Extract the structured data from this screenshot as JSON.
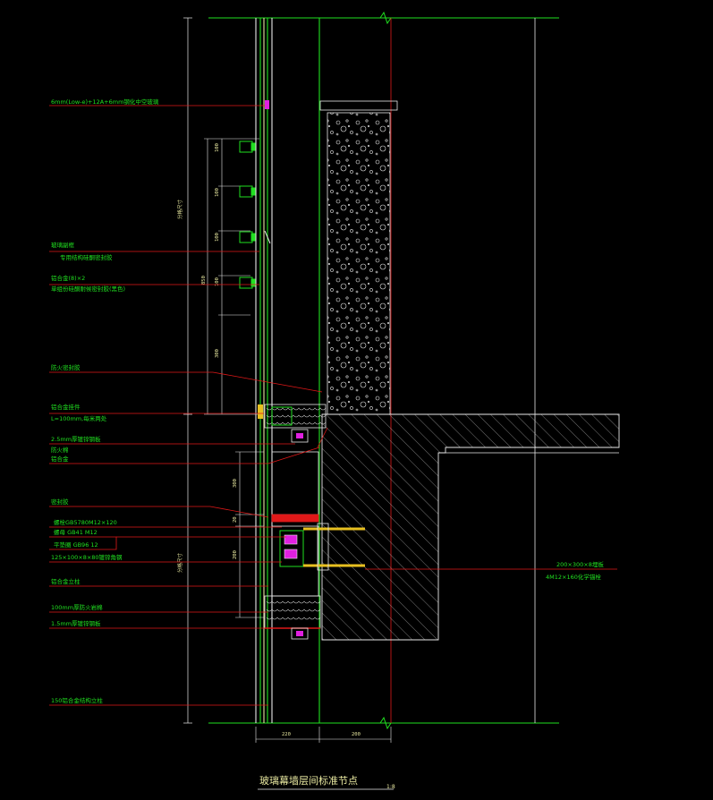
{
  "title": "玻璃幕墙层间标准节点",
  "scale": "1:8",
  "colors": {
    "background": "#000000",
    "green": "#20e020",
    "red": "#e01818",
    "white": "#e8e8e8",
    "yellow": "#e8e8a0",
    "magenta": "#e020e0"
  },
  "left_labels": [
    "6mm(Low-e)+12A+6mm钢化中空玻璃",
    "玻璃副框",
    "专用结构硅酮密封胶",
    "铝合金(8)×2",
    "单组份硅酮耐候密封胶(黑色)",
    "防火密封胶",
    "铝合金挂件",
    "L=100mm,每米两处",
    "2.5mm厚镀锌钢板",
    "防火棉",
    "铝合金",
    "密封胶",
    "螺栓GB5780M12×120",
    "螺母 GB41 M12",
    "平垫圈 GB96 12",
    "125×100×8×80镀锌角钢",
    "铝合金立柱",
    "100mm厚防火岩棉",
    "1.5mm厚镀锌钢板",
    "150铝合金结构立柱"
  ],
  "right_labels": [
    "200×300×8埋板",
    "4M12×160化学锚栓"
  ],
  "dimensions": {
    "vertical_left": [
      "分格尺寸",
      "分格尺寸"
    ],
    "vertical_inner": [
      "100",
      "100",
      "100",
      "100",
      "850",
      "300"
    ],
    "vertical_lower": [
      "300",
      "20",
      "200"
    ],
    "bottom": [
      "220",
      "200"
    ]
  }
}
